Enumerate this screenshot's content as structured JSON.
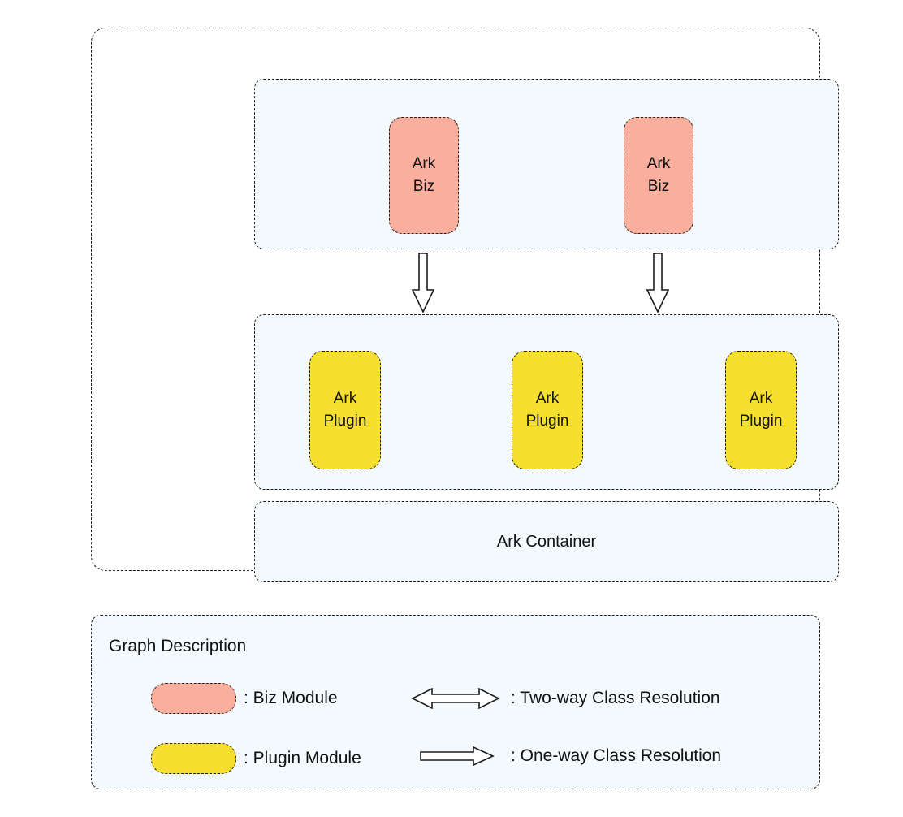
{
  "colors": {
    "biz_fill": "#F9AE9E",
    "plugin_fill": "#F6DF2F",
    "panel_fill": "#F3F9FC",
    "line": "#1C1C1C"
  },
  "architecture": {
    "biz_modules": [
      {
        "label": "Ark\nBiz"
      },
      {
        "label": "Ark\nBiz"
      }
    ],
    "plugin_modules": [
      {
        "label": "Ark\nPlugin"
      },
      {
        "label": "Ark\nPlugin"
      },
      {
        "label": "Ark\nPlugin"
      }
    ],
    "container_label": "Ark Container"
  },
  "legend": {
    "title": "Graph Description",
    "items": [
      {
        "icon": "biz-module-swatch",
        "label": ": Biz Module"
      },
      {
        "icon": "two-way-arrow-icon",
        "label": ": Two-way Class Resolution"
      },
      {
        "icon": "plugin-module-swatch",
        "label": ": Plugin Module"
      },
      {
        "icon": "one-way-arrow-icon",
        "label": ": One-way Class Resolution"
      }
    ]
  }
}
